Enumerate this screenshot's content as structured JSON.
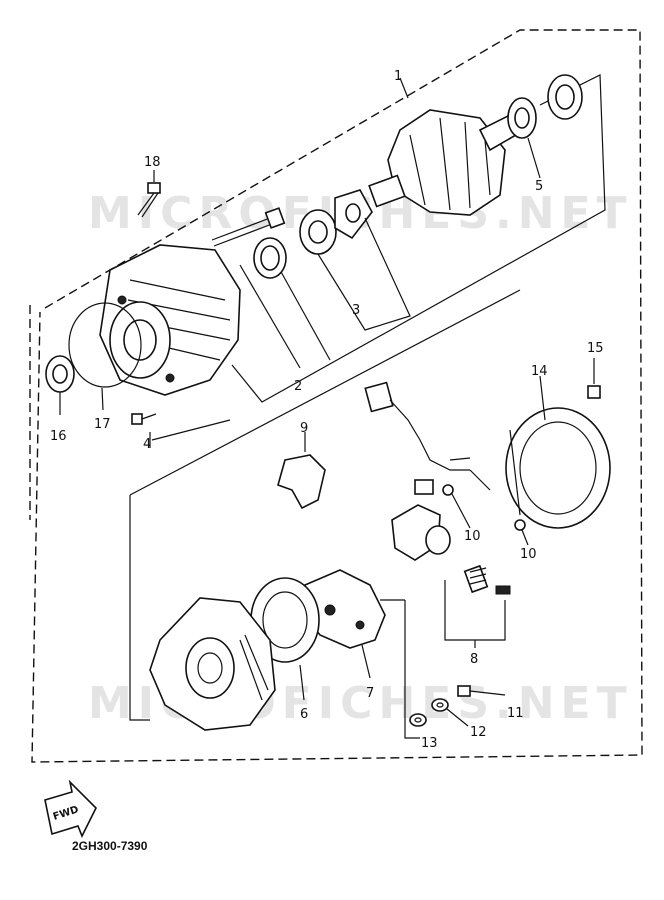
{
  "watermarks": [
    "MICROFICHES.NET",
    "MICROFICHES.NET"
  ],
  "diagram_code": "2GH300-7390",
  "fwd_label": "FWD",
  "callouts": {
    "c1": "1",
    "c2": "2",
    "c3": "3",
    "c4": "4",
    "c5": "5",
    "c6": "6",
    "c7": "7",
    "c8": "8",
    "c9": "9",
    "c10a": "10",
    "c10b": "10",
    "c11": "11",
    "c12": "12",
    "c13": "13",
    "c14": "14",
    "c15": "15",
    "c16": "16",
    "c17": "17",
    "c18": "18"
  }
}
